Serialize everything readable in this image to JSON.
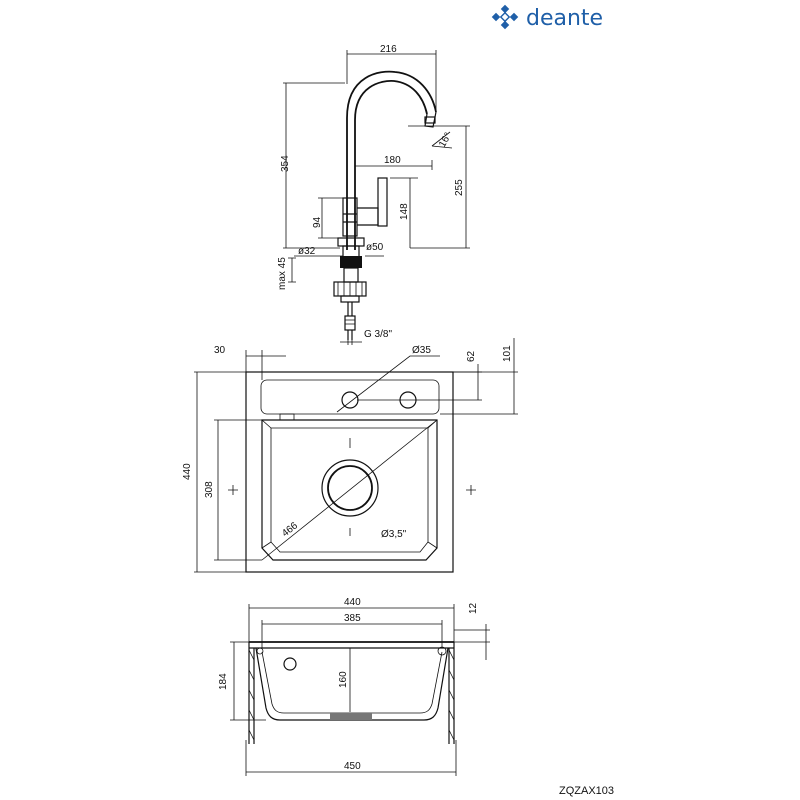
{
  "brand": {
    "name": "deante",
    "color": "#1f5fa8"
  },
  "product_code": "ZQZAX103",
  "faucet": {
    "width": "216",
    "height": "354",
    "spout_height": "255",
    "spout_reach": "180",
    "handle_height": "148",
    "body_height": "94",
    "spout_angle": "16°",
    "base_diameter": "ø32",
    "body_diameter": "ø50",
    "max_thickness": "max 45",
    "connection": "G 3/8\""
  },
  "top_view": {
    "corner_offset": "30",
    "tap_hole": "Ø35",
    "hole_offset": "62",
    "hole_edge": "101",
    "width_outer": "440",
    "bowl_length": "308",
    "diagonal": "466",
    "drain": "Ø3,5\""
  },
  "section_view": {
    "top_width": "440",
    "bowl_width": "385",
    "rim": "12",
    "height": "184",
    "bowl_depth": "160",
    "cabinet": "450"
  }
}
